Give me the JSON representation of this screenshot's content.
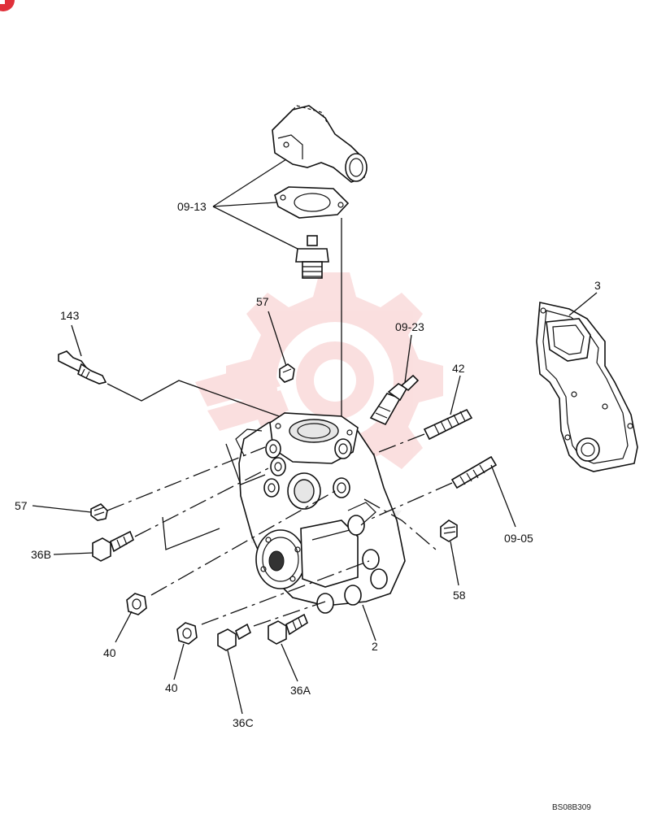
{
  "labels": {
    "part_0913": "09-13",
    "part_143": "143",
    "part_57_top": "57",
    "part_0923": "09-23",
    "part_42": "42",
    "part_3": "3",
    "part_57_left": "57",
    "part_36B": "36B",
    "part_0905": "09-05",
    "part_58": "58",
    "part_40_a": "40",
    "part_40_b": "40",
    "part_2": "2",
    "part_36A": "36A",
    "part_36C": "36C"
  },
  "drawing_code": "BS08B309",
  "icons": {
    "corner_badge": "corner-badge-icon",
    "watermark": "gear-watermark-icon"
  },
  "colors": {
    "watermark": "#f2b8b8",
    "badge": "#e0303a",
    "line": "#111111"
  }
}
